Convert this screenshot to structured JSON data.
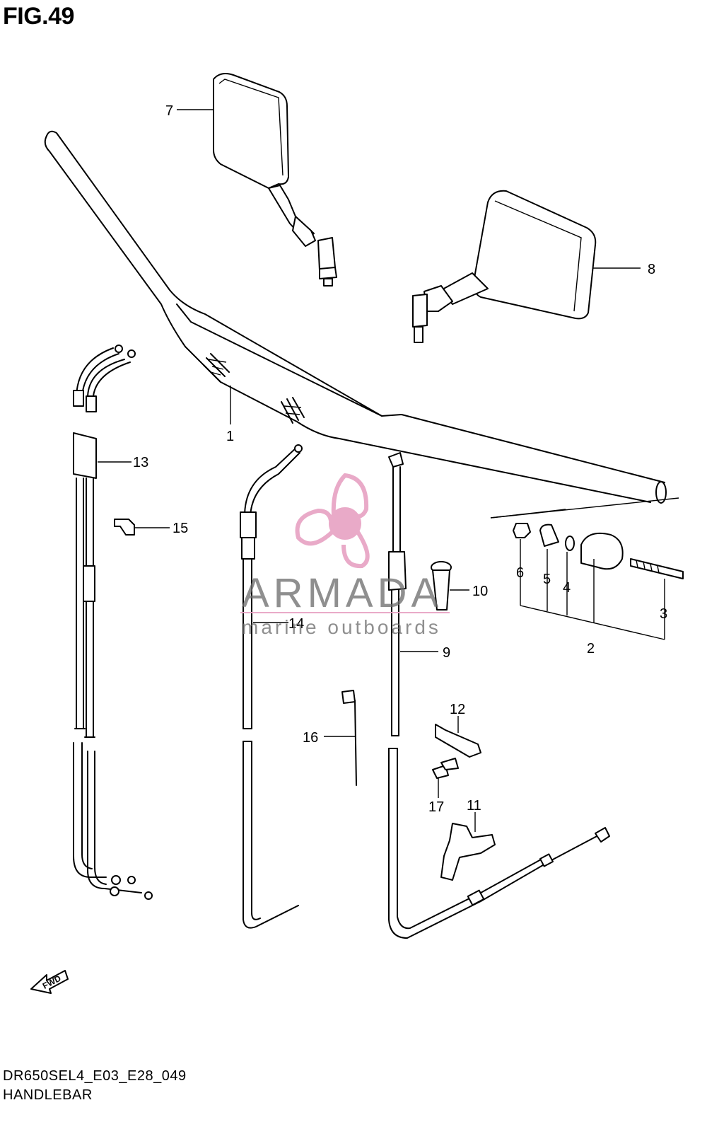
{
  "figure": {
    "title": "FIG.49"
  },
  "callouts": [
    {
      "num": "1"
    },
    {
      "num": "2"
    },
    {
      "num": "3"
    },
    {
      "num": "4"
    },
    {
      "num": "5"
    },
    {
      "num": "6"
    },
    {
      "num": "7"
    },
    {
      "num": "8"
    },
    {
      "num": "9"
    },
    {
      "num": "10"
    },
    {
      "num": "11"
    },
    {
      "num": "12"
    },
    {
      "num": "13"
    },
    {
      "num": "14"
    },
    {
      "num": "15"
    },
    {
      "num": "16"
    },
    {
      "num": "17"
    }
  ],
  "fwd_label": "FWD",
  "watermark": {
    "word": "ARMADA",
    "sub": "marine outboards",
    "color": "#e7a1c3"
  },
  "footer": {
    "code": "DR650SEL4_E03_E28_049",
    "name": "HANDLEBAR"
  }
}
